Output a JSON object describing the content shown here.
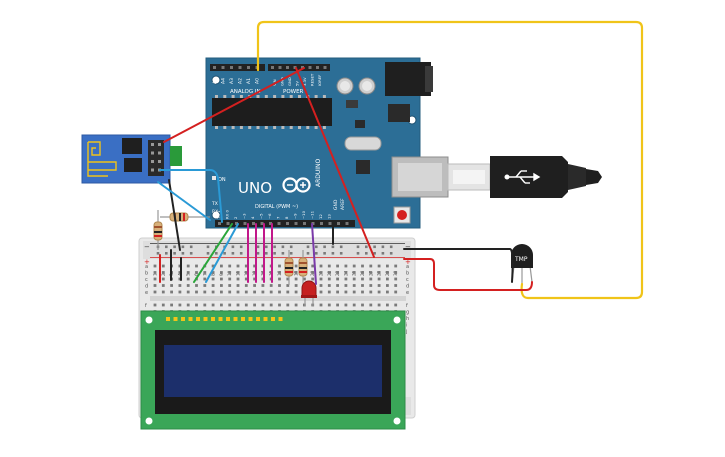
{
  "arduino": {
    "label_analog_in": "ANALOG IN",
    "label_power": "POWER",
    "label_digital": "DIGITAL (PWM ~)",
    "label_uno": "UNO",
    "label_brand": "ARDUINO",
    "label_on": "ON",
    "label_tx": "TX",
    "label_rx": "RX",
    "label_aref": "AREF",
    "label_gnd": "GND",
    "analog_pins": [
      "A5",
      "A4",
      "A3",
      "A2",
      "A1",
      "A0"
    ],
    "power_pins": [
      "VIN",
      "GND",
      "GND",
      "5V",
      "3.3V",
      "RESET",
      "IOREF"
    ],
    "digital_pins": [
      "TX 1",
      "RX 0",
      "2",
      "~3",
      "4",
      "~5",
      "~6",
      "7",
      "8",
      "~9",
      "~10",
      "~11",
      "12",
      "13"
    ]
  },
  "sensor": {
    "label": "TMP"
  },
  "breadboard": {
    "columns": [
      "1",
      "2",
      "3",
      "4",
      "5",
      "6",
      "7",
      "8",
      "9",
      "10",
      "11",
      "12",
      "13",
      "14",
      "15",
      "16",
      "17",
      "18",
      "19",
      "20",
      "21",
      "22",
      "23",
      "24",
      "25",
      "26",
      "27",
      "28",
      "29",
      "30"
    ],
    "rows": [
      "a",
      "b",
      "c",
      "d",
      "e",
      "f",
      "g",
      "h",
      "i",
      "j"
    ],
    "rail_minus": "−",
    "rail_plus": "+"
  },
  "colors": {
    "arduino_board": "#2c6e96",
    "wire_red": "#d42020",
    "wire_black": "#222222",
    "wire_yellow": "#f0c419",
    "wire_blue": "#2a9ad6",
    "wire_green": "#2aa63a",
    "wire_magenta": "#c2188a",
    "wire_purple": "#7a3aa8",
    "lcd_board": "#3aa658",
    "lcd_screen": "#1c2f6b",
    "esp_board": "#3a6fc4"
  }
}
